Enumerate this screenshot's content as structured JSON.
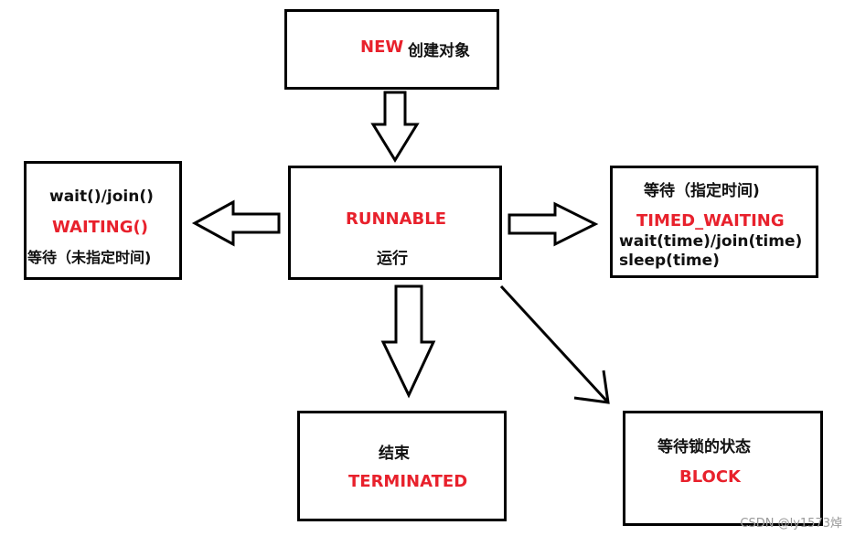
{
  "states": {
    "new": {
      "name": "NEW",
      "desc": "创建对象"
    },
    "runnable": {
      "name": "RUNNABLE",
      "desc": "运行"
    },
    "waiting": {
      "methods": "wait()/join()",
      "name": "WAITING()",
      "desc": "等待（未指定时间)"
    },
    "timed_waiting": {
      "desc": "等待（指定时间)",
      "name": "TIMED_WAITING",
      "methods1": "wait(time)/join(time)",
      "methods2": "sleep(time)"
    },
    "terminated": {
      "desc": "结束",
      "name": "TERMINATED"
    },
    "block": {
      "desc": "等待锁的状态",
      "name": "BLOCK"
    }
  },
  "watermark": "CSDN @ly1573焯",
  "colors": {
    "state_name": "#e8212c",
    "text": "#111111",
    "border": "#000000"
  }
}
